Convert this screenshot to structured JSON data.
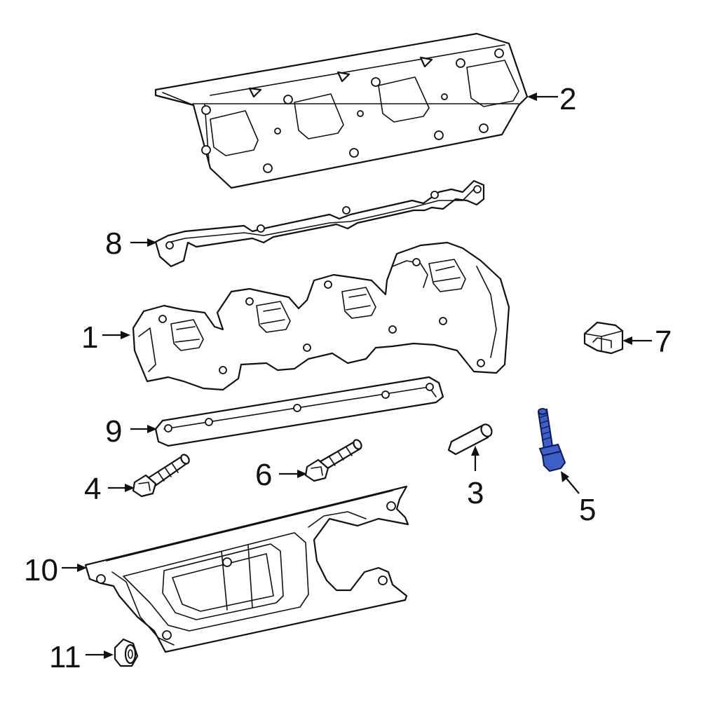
{
  "callouts": {
    "c1": "1",
    "c2": "2",
    "c3": "3",
    "c4": "4",
    "c5": "5",
    "c6": "6",
    "c7": "7",
    "c8": "8",
    "c9": "9",
    "c10": "10",
    "c11": "11"
  },
  "colors": {
    "line": "#111111",
    "background": "#ffffff",
    "highlight_fill": "#3f5fc8",
    "highlight_stroke": "#0d1a55"
  },
  "highlighted_part": "5"
}
